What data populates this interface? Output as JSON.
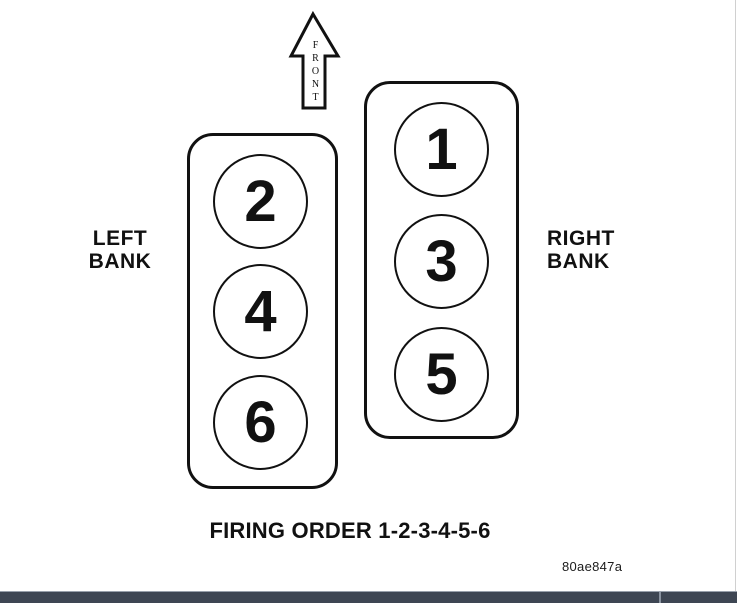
{
  "diagram": {
    "front_label": "FRONT",
    "banks": {
      "left": {
        "name_line1": "LEFT",
        "name_line2": "BANK",
        "cylinders": [
          "2",
          "4",
          "6"
        ]
      },
      "right": {
        "name_line1": "RIGHT",
        "name_line2": "BANK",
        "cylinders": [
          "1",
          "3",
          "5"
        ]
      }
    },
    "caption": "FIRING ORDER 1-2-3-4-5-6",
    "firing_order": [
      1,
      2,
      3,
      4,
      5,
      6
    ],
    "figure_code": "80ae847a"
  },
  "colors": {
    "line": "#111111",
    "background": "#ffffff",
    "bottom_bar": "#3e4653",
    "bottom_bar_divider": "#8a93a0"
  }
}
